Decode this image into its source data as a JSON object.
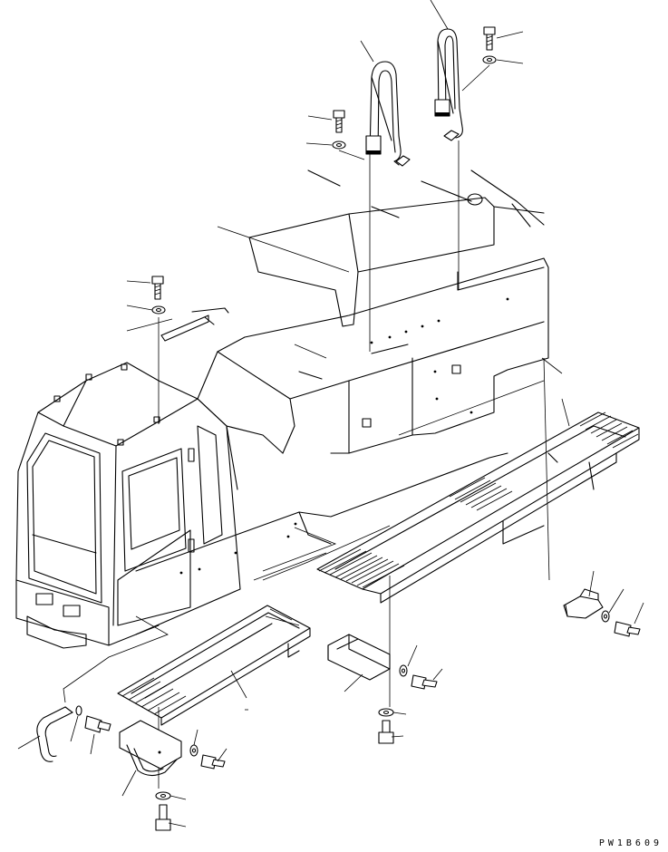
{
  "drawing": {
    "code": "PW1B609",
    "colors": {
      "line": "#000000",
      "background": "#ffffff"
    },
    "parts": [
      "handrail-left",
      "handrail-right",
      "handrail-cab",
      "bolt",
      "washer",
      "step-front",
      "step-rear",
      "step-grating",
      "bracket",
      "handle",
      "cab",
      "counterweight"
    ]
  }
}
